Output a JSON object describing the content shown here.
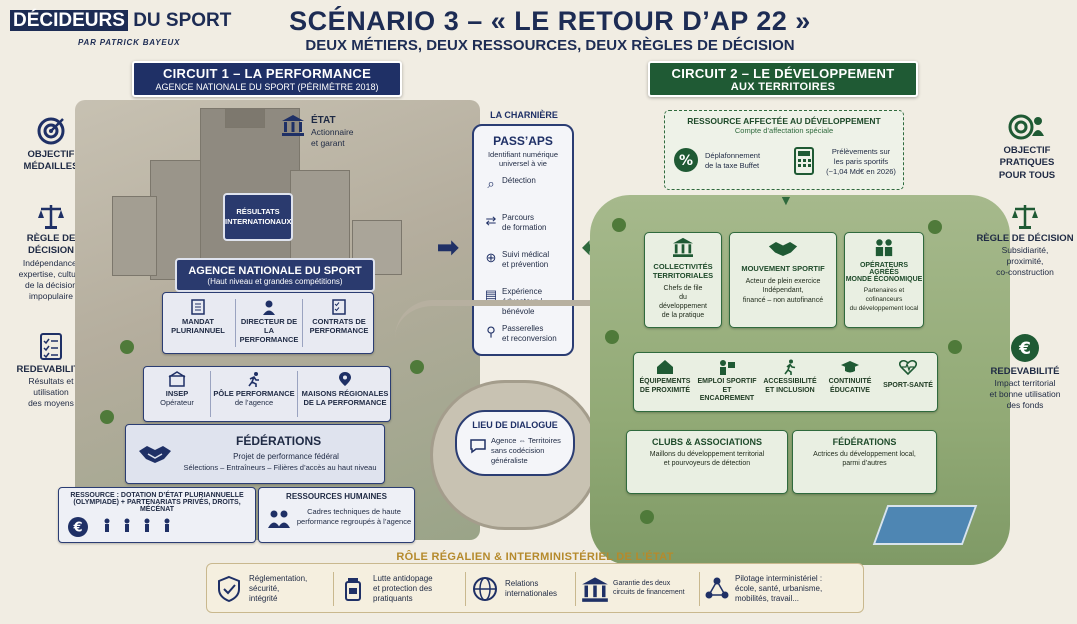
{
  "header": {
    "logo_box": "DÉCIDEURS",
    "logo_rest": "DU SPORT",
    "logo_author": "PAR PATRICK BAYEUX",
    "title": "SCÉNARIO 3 – « LE RETOUR D’AP 22 »",
    "subtitle": "DEUX MÉTIERS, DEUX RESSOURCES, DEUX RÈGLES DE DÉCISION"
  },
  "circuit1": {
    "title": "CIRCUIT 1 – LA PERFORMANCE",
    "subtitle": "AGENCE NATIONALE DU SPORT (PÉRIMÈTRE 2018)",
    "etat_title": "ÉTAT",
    "etat_text1": "Actionnaire",
    "etat_text2": "et garant",
    "resultats1": "RÉSULTATS",
    "resultats2": "INTERNATIONAUX",
    "ans_title": "AGENCE NATIONALE DU SPORT",
    "ans_sub": "(Haut niveau et grandes compétitions)",
    "ans_items": [
      {
        "l1": "MANDAT",
        "l2": "PLURIANNUEL"
      },
      {
        "l1": "DIRECTEUR DE",
        "l2": "LA PERFORMANCE"
      },
      {
        "l1": "CONTRATS DE",
        "l2": "PERFORMANCE"
      }
    ],
    "ops": [
      {
        "l1": "INSEP",
        "l2": "Opérateur"
      },
      {
        "l1": "PÔLE PERFORMANCE",
        "l2": "de l’agence"
      },
      {
        "l1": "MAISONS RÉGIONALES",
        "l2": "DE LA PERFORMANCE"
      }
    ],
    "fed_title": "FÉDÉRATIONS",
    "fed_text1": "Projet de performance fédéral",
    "fed_text2": "Sélections – Entraîneurs – Filières d’accès au haut niveau",
    "res_title1": "RESSOURCE : DOTATION D’ÉTAT PLURIANNUELLE",
    "res_title2": "(OLYMPIADE) + PARTENARIATS PRIVÉS, DROITS, MÉCÉNAT",
    "rh_title": "RESSOURCES HUMAINES",
    "rh_text1": "Cadres techniques de haute",
    "rh_text2": "performance regroupés à l’agence"
  },
  "left_side": {
    "obj_title1": "OBJECTIF",
    "obj_title2": "MÉDAILLES",
    "regle_title": "RÈGLE DE DÉCISION",
    "regle_lines": [
      "Indépendance,",
      "expertise, culture",
      "de la décision",
      "impopulaire"
    ],
    "redev_title": "REDEVABILITÉ",
    "redev_lines": [
      "Résultats et",
      "utilisation",
      "des moyens"
    ]
  },
  "charniere": {
    "label": "LA CHARNIÈRE",
    "title": "PASS’APS",
    "sub1": "Identifiant numérique",
    "sub2": "universel à vie",
    "items": [
      {
        "l1": "Détection",
        "l2": ""
      },
      {
        "l1": "Parcours",
        "l2": "de formation"
      },
      {
        "l1": "Suivi médical",
        "l2": "et prévention"
      },
      {
        "l1": "Expérience",
        "l2": "éducateur /",
        "l3": "bénévole"
      },
      {
        "l1": "Passerelles",
        "l2": "et reconversion"
      }
    ],
    "dialogue_title": "LIEU DE DIALOGUE",
    "dialogue_l1": "Agence ⇔ Territoires",
    "dialogue_l2": "sans codécision",
    "dialogue_l3": "généraliste"
  },
  "circuit2": {
    "title": "CIRCUIT 2 – LE DÉVELOPPEMENT",
    "subtitle": "AUX TERRITOIRES",
    "ressource_title": "RESSOURCE AFFECTÉE AU DÉVELOPPEMENT",
    "ressource_sub": "Compte d’affectation spéciale",
    "deplaf1": "Déplafonnement",
    "deplaf2": "de la taxe Buffet",
    "prelev1": "Prélèvements sur",
    "prelev2": "les paris sportifs",
    "prelev3": "(~1,04 Md€ en 2026)",
    "actors": [
      {
        "t1": "COLLECTIVITÉS",
        "t2": "TERRITORIALES",
        "d1": "Chefs de file",
        "d2": "du",
        "d3": "développement",
        "d4": "de la pratique"
      },
      {
        "t1": "MOUVEMENT SPORTIF",
        "t2": "",
        "d1": "Acteur de plein exercice",
        "d2": "Indépendant,",
        "d3": "financé – non autofinancé",
        "d4": ""
      },
      {
        "t1": "OPÉRATEURS AGRÉÉS",
        "t2": "MONDE ÉCONOMIQUE",
        "d1": "Partenaires et cofinanceurs",
        "d2": "du développement local",
        "d3": "",
        "d4": ""
      }
    ],
    "strip": [
      {
        "l1": "ÉQUIPEMENTS",
        "l2": "DE PROXIMITÉ"
      },
      {
        "l1": "EMPLOI SPORTIF",
        "l2": "ET ENCADREMENT"
      },
      {
        "l1": "ACCESSIBILITÉ",
        "l2": "ET INCLUSION"
      },
      {
        "l1": "CONTINUITÉ",
        "l2": "ÉDUCATIVE"
      },
      {
        "l1": "SPORT-SANTÉ",
        "l2": ""
      }
    ],
    "clubs_title": "CLUBS & ASSOCIATIONS",
    "clubs_l1": "Maillons du développement territorial",
    "clubs_l2": "et pourvoyeurs de détection",
    "fed_title": "FÉDÉRATIONS",
    "fed_l1": "Actrices du développement local,",
    "fed_l2": "parmi d’autres"
  },
  "right_side": {
    "obj_title1": "OBJECTIF",
    "obj_title2": "PRATIQUES",
    "obj_title3": "POUR TOUS",
    "regle_title": "RÈGLE DE DÉCISION",
    "regle_lines": [
      "Subsidiarité,",
      "proximité,",
      "co-construction"
    ],
    "redev_title": "REDEVABILITÉ",
    "redev_lines": [
      "Impact territorial",
      "et bonne utilisation",
      "des fonds"
    ]
  },
  "role": {
    "title": "RÔLE RÉGALIEN & INTERMINISTÉRIEL DE L’ÉTAT",
    "items": [
      {
        "l1": "Réglementation,",
        "l2": "sécurité,",
        "l3": "intégrité"
      },
      {
        "l1": "Lutte antidopage",
        "l2": "et protection des",
        "l3": "pratiquants"
      },
      {
        "l1": "Relations",
        "l2": "internationales",
        "l3": ""
      },
      {
        "l1": "Garantie des deux",
        "l2": "circuits de financement",
        "l3": ""
      },
      {
        "l1": "Pilotage interministériel :",
        "l2": "école, santé, urbanisme,",
        "l3": "mobilités, travail..."
      }
    ]
  },
  "icons": {
    "target": "target-icon",
    "scale": "scale-icon",
    "checklist": "checklist-icon",
    "building": "institution-icon",
    "euro": "euro-icon"
  },
  "colors": {
    "navy": "#1f3066",
    "green": "#1f5a34",
    "gold": "#b58a2c"
  }
}
